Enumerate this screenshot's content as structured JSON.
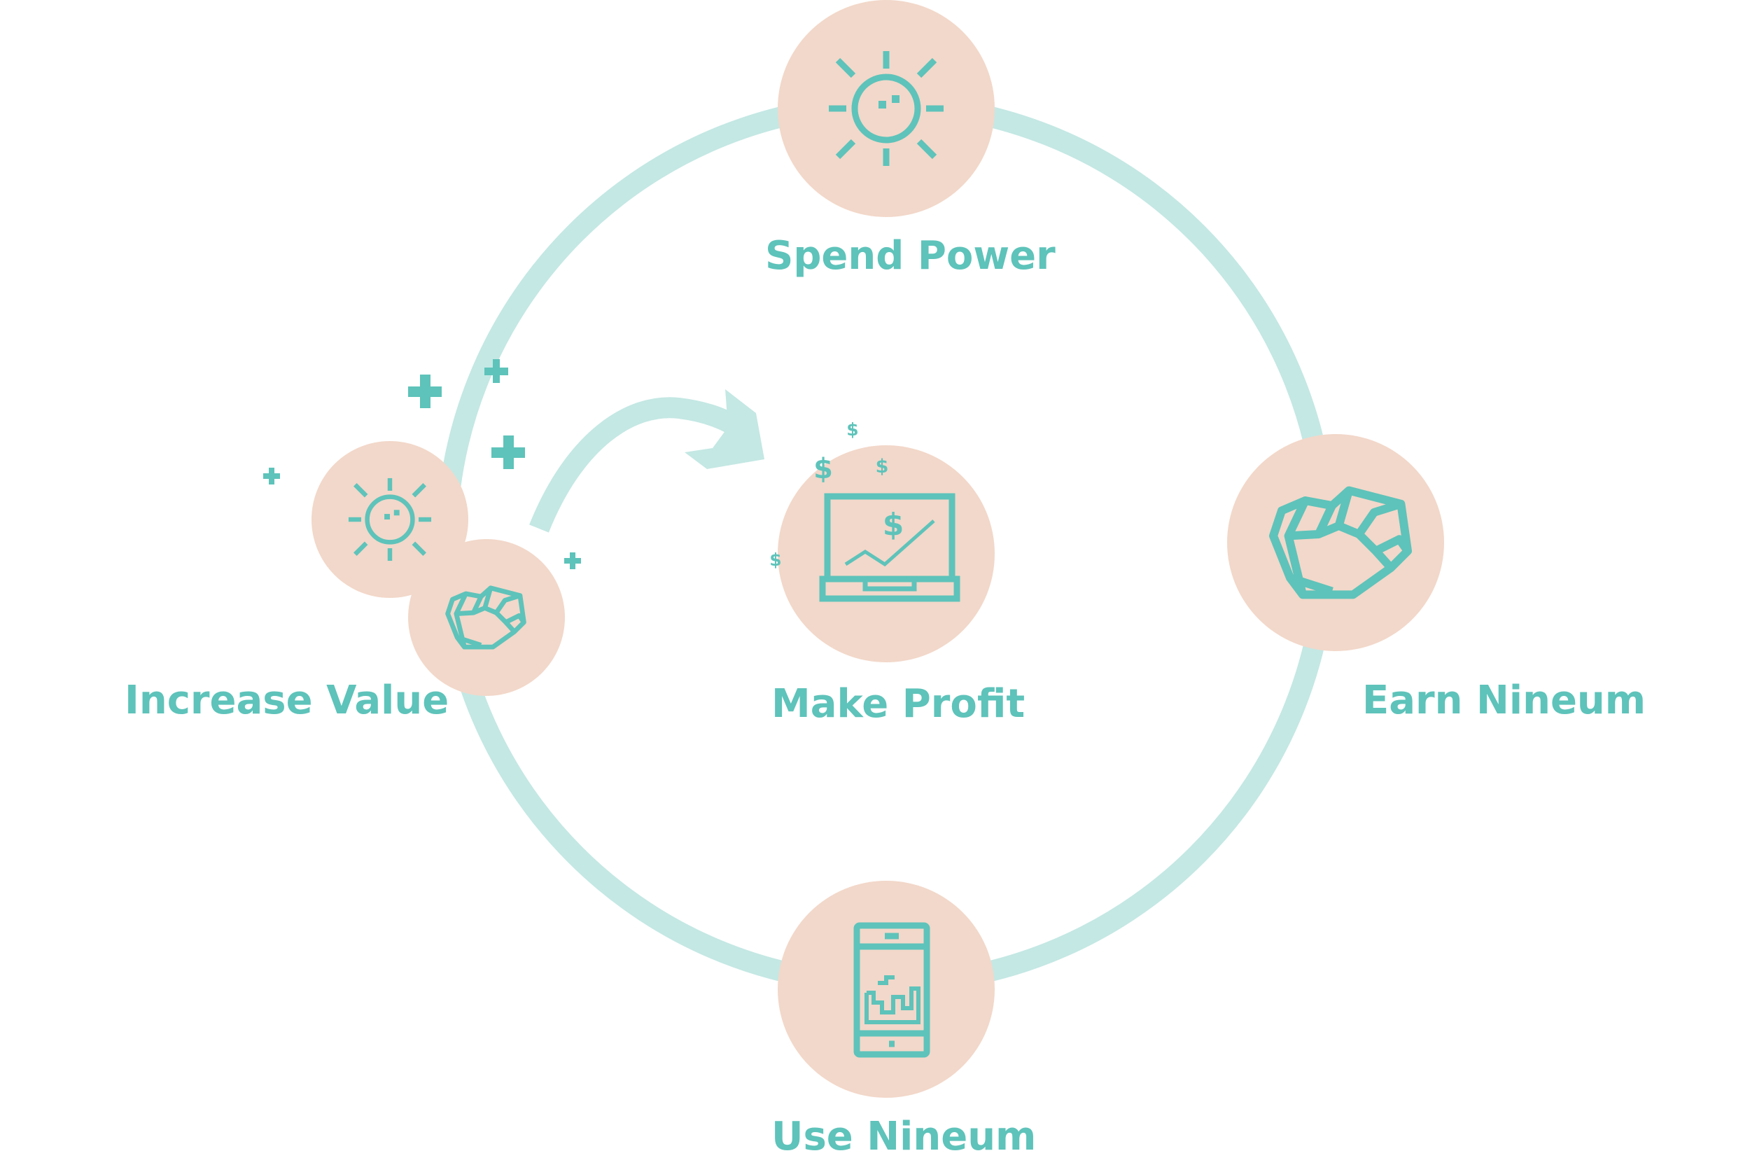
{
  "colors": {
    "accent": "#5ec3ba",
    "ring": "#c4e8e4",
    "node_fill": "#f2d8ca",
    "background": "#ffffff"
  },
  "nodes": {
    "spend_power": {
      "label": "Spend Power",
      "icon": "sun-icon"
    },
    "increase_value": {
      "label": "Increase Value",
      "icons": [
        "sun-icon",
        "nineum-rock-icon",
        "plus-icon"
      ]
    },
    "make_profit": {
      "label": "Make Profit",
      "icons": [
        "laptop-chart-icon",
        "dollar-icon"
      ]
    },
    "earn_nineum": {
      "label": "Earn Nineum",
      "icon": "nineum-rock-icon"
    },
    "use_nineum": {
      "label": "Use Nineum",
      "icon": "phone-game-icon"
    }
  },
  "connectors": {
    "cycle": "ring",
    "increase_to_profit": "arrow-icon"
  },
  "decorations": {
    "dollar_sign": "$"
  }
}
